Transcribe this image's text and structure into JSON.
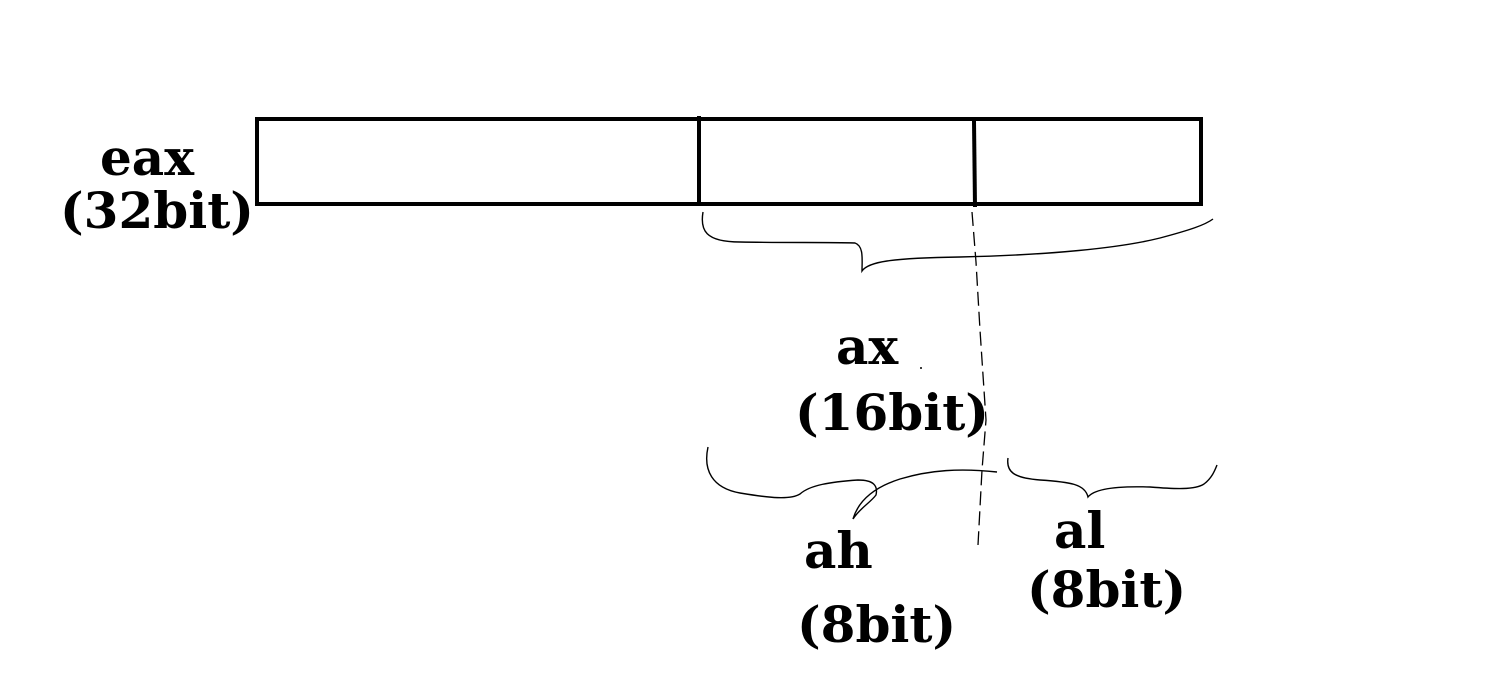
{
  "diagram": {
    "eax": {
      "name": "eax",
      "size": "(32bit)"
    },
    "ax": {
      "name": "ax",
      "size": "(16bit)"
    },
    "ah": {
      "name": "ah",
      "size": "(8bit)"
    },
    "al": {
      "name": "al",
      "size": "(8bit)"
    }
  },
  "colors": {
    "background": "#ffffff",
    "ink": "#000000"
  }
}
